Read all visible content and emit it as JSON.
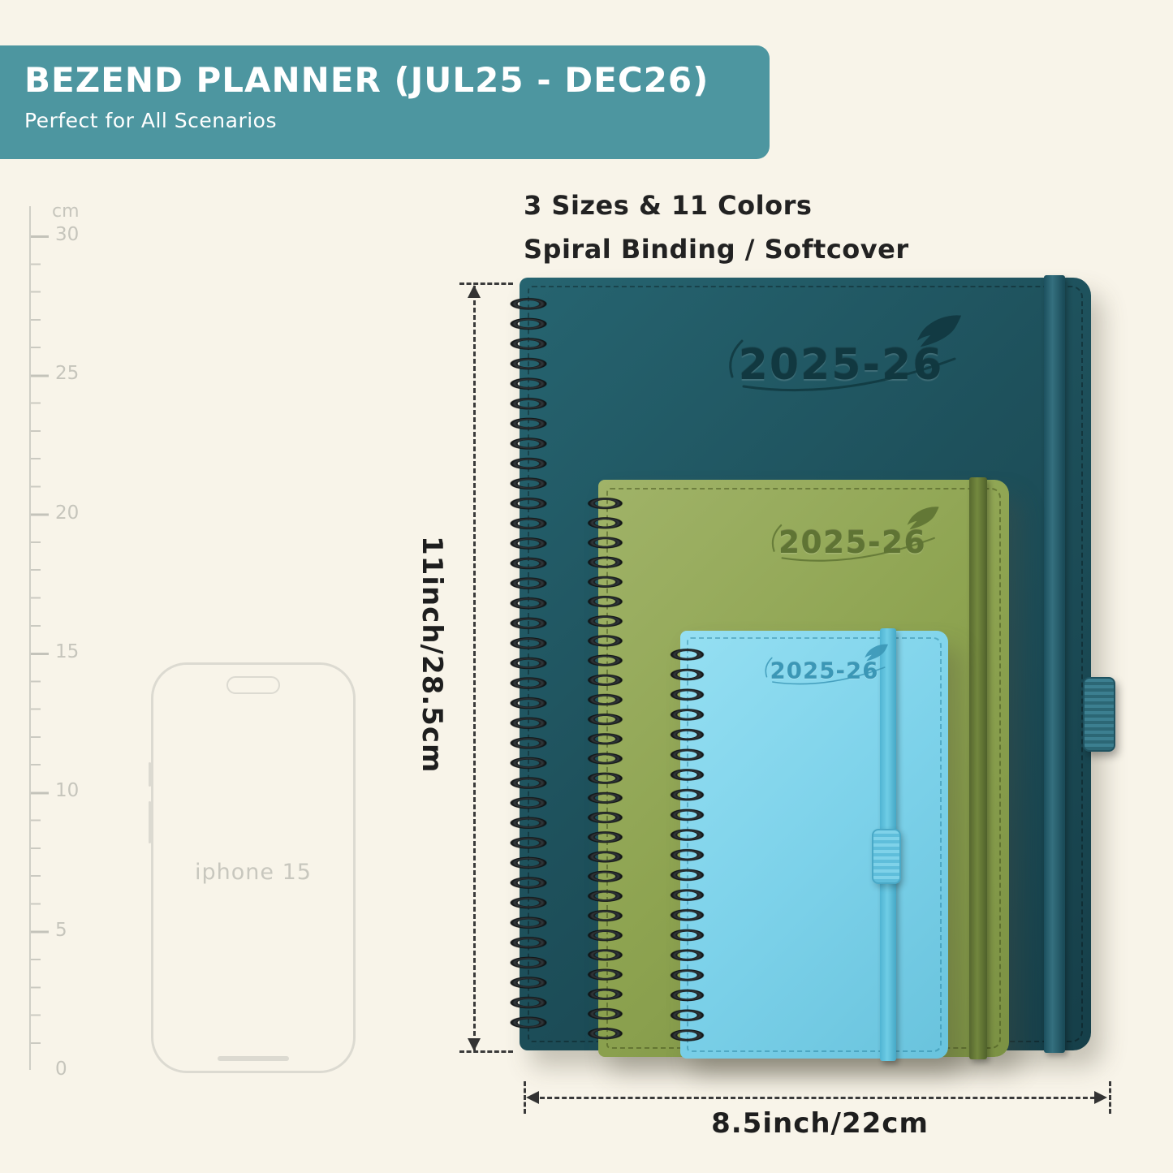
{
  "page": {
    "background_color": "#f8f4e9"
  },
  "banner": {
    "title": "BEZEND PLANNER (JUL25 - DEC26)",
    "subtitle": "Perfect for All Scenarios",
    "bg_color": "#4d96a0",
    "text_color": "#ffffff"
  },
  "features": {
    "line1": "3 Sizes & 11 Colors",
    "line2": "Spiral Binding / Softcover"
  },
  "ruler": {
    "unit": "cm",
    "labels": [
      "30",
      "25",
      "20",
      "15",
      "10",
      "5",
      "0"
    ]
  },
  "phone": {
    "label": "iphone 15"
  },
  "planners": {
    "large": {
      "year": "2025-26",
      "cover_color": "#1d4f59"
    },
    "medium": {
      "year": "2025-26",
      "cover_color": "#8fa556"
    },
    "small": {
      "year": "2025-26",
      "cover_color": "#7fd3ea"
    }
  },
  "dimensions": {
    "height_label": "11inch/28.5cm",
    "width_label": "8.5inch/22cm"
  }
}
